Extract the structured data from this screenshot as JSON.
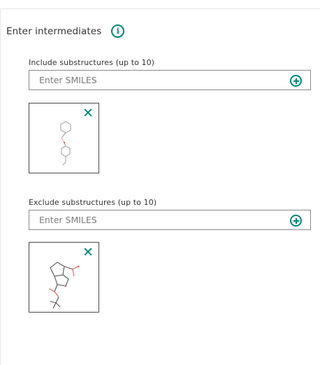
{
  "panel": {
    "title": "Enter intermediates",
    "info_icon": "info-icon"
  },
  "include": {
    "label": "Include substructures (up to 10)",
    "placeholder": "Enter SMILES",
    "value": "",
    "add_icon": "plus-circle-icon",
    "structures": [
      {
        "name": "structure-thumbnail-1",
        "remove_icon": "close-icon"
      }
    ]
  },
  "exclude": {
    "label": "Exclude substructures (up to 10)",
    "placeholder": "Enter SMILES",
    "value": "",
    "add_icon": "plus-circle-icon",
    "structures": [
      {
        "name": "structure-thumbnail-1",
        "remove_icon": "close-icon"
      }
    ]
  },
  "colors": {
    "accent": "#00857c",
    "text": "#333333",
    "border": "#8a8a8a",
    "hetero_atom": "#e06060",
    "bond": "#9a9a9a"
  }
}
